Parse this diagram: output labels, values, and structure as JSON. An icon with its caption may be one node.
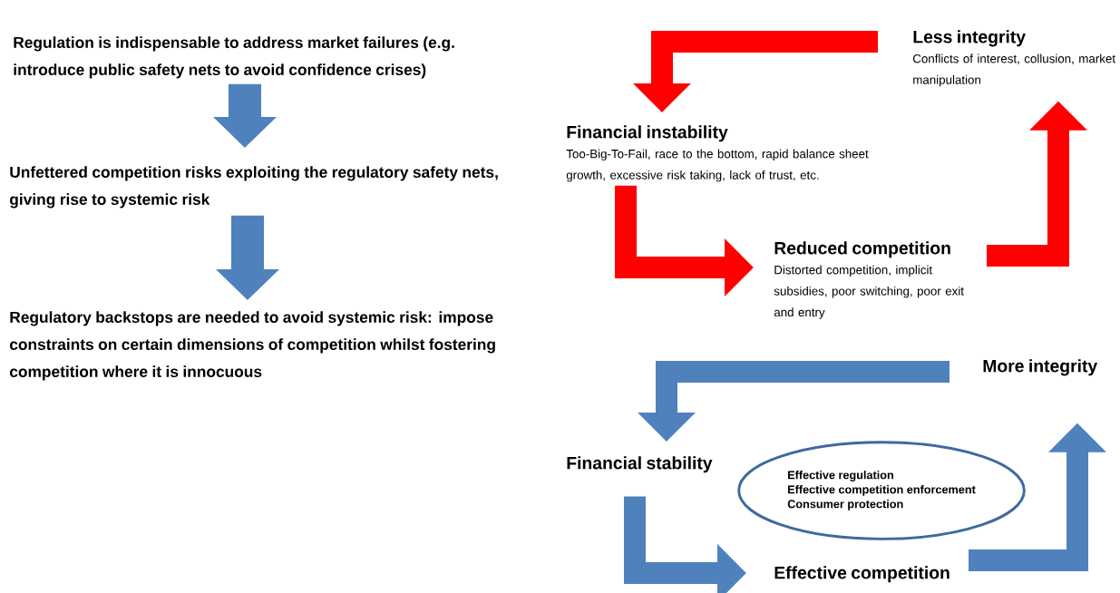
{
  "diagram": {
    "nodes": [
      {
        "text": [
          "Regulation is indispensable to address market failures (e.g. introduce public safety nets to avoid confidence crises)"
        ]
      },
      {
        "text": [
          "Unfettered competition risks exploiting the regulatory safety nets, giving rise to systemic risk"
        ]
      },
      {
        "text": [
          "Regulatory backstops are needed to avoid systemic risk: impose constraints on certain dimensions of competition whilst fostering competition where it is innocuous"
        ]
      },
      {
        "text": [
          "Less integrity",
          "Conflicts of interest, collusion, market manipulation"
        ]
      },
      {
        "text": [
          "Financial instability",
          "Too-Big-To-Fail, race to the bottom, rapid balance sheet growth, excessive risk taking, lack of trust, etc."
        ]
      },
      {
        "text": [
          "Reduced competition",
          "Distorted competition, implicit subsidies, poor switching, poor exit and entry"
        ]
      },
      {
        "text": [
          "More integrity"
        ]
      },
      {
        "text": [
          "Financial stability"
        ]
      },
      {
        "text": [
          "Effective regulation",
          "Effective competition enforcement",
          "Consumer protection"
        ]
      },
      {
        "text": [
          "Effective competition"
        ]
      }
    ],
    "edges": [
      {
        "from": 0,
        "to": 1,
        "arrow": "to"
      },
      {
        "from": 1,
        "to": 2,
        "arrow": "to"
      },
      {
        "from": 3,
        "to": 4,
        "arrow": "to",
        "color": "#ff0000"
      },
      {
        "from": 4,
        "to": 5,
        "arrow": "to",
        "color": "#ff0000"
      },
      {
        "from": 5,
        "to": 3,
        "arrow": "to",
        "color": "#ff0000"
      },
      {
        "from": 6,
        "to": 7,
        "arrow": "to"
      },
      {
        "from": 7,
        "to": 9,
        "arrow": "to"
      },
      {
        "from": 9,
        "to": 6,
        "arrow": "to"
      }
    ]
  }
}
